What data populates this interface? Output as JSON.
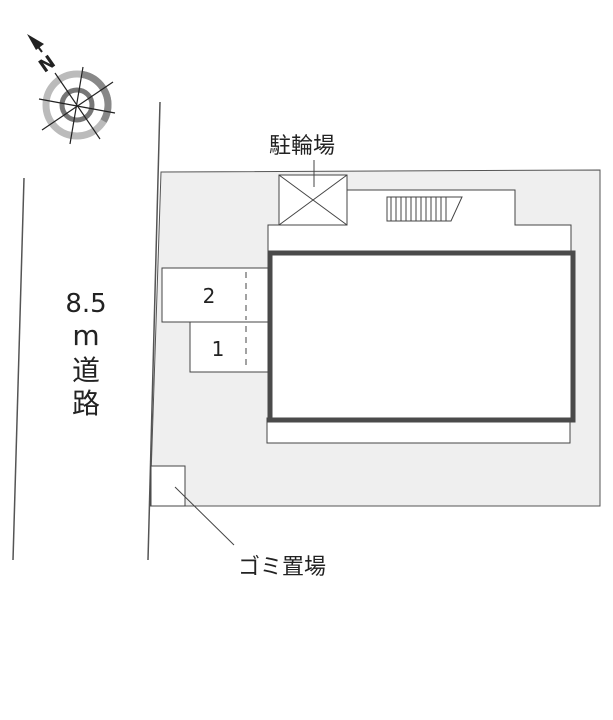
{
  "road": {
    "width_label": "8.5",
    "unit_label": "m",
    "name_char1": "道",
    "name_char2": "路"
  },
  "labels": {
    "bicycle_parking": "駐輪場",
    "garbage_area": "ゴミ置場"
  },
  "parking_spaces": [
    {
      "number": "2"
    },
    {
      "number": "1"
    }
  ],
  "compass": {
    "north_label": "N",
    "icon": "compass-rose-icon"
  },
  "colors": {
    "lot": "#efefef",
    "building_border": "#4a4a4a",
    "line": "#333333"
  }
}
